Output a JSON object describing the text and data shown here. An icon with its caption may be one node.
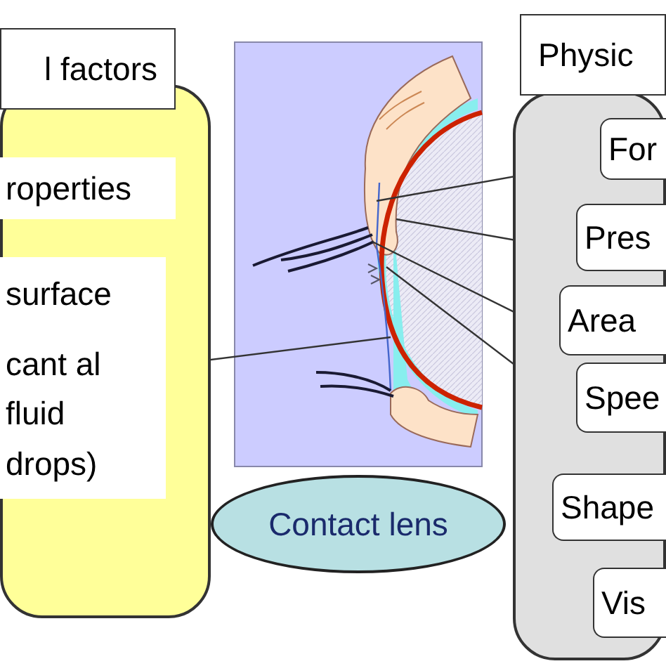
{
  "diagram": {
    "nodes": [
      {
        "text": [
          "l factors"
        ]
      },
      {
        "text": [
          "roperties"
        ],
        "in": 0
      },
      {
        "text": [
          "surface"
        ],
        "in": 0
      },
      {
        "text": [
          "cant al fluid drops)"
        ],
        "in": 0
      },
      {
        "text": [
          "Contact lens"
        ]
      },
      {
        "text": [
          "Physic"
        ]
      },
      {
        "text": [
          "For"
        ],
        "in": 5
      },
      {
        "text": [
          "Pres"
        ],
        "in": 5
      },
      {
        "text": [
          "Area"
        ],
        "in": 5
      },
      {
        "text": [
          "Spee"
        ],
        "in": 5
      },
      {
        "text": [
          "Shape"
        ],
        "in": 5
      },
      {
        "text": [
          "Vis"
        ],
        "in": 5
      }
    ],
    "edges": [
      {
        "from": 3,
        "to": null,
        "arrow": "none"
      },
      {
        "from": 6,
        "to": null,
        "arrow": "none"
      },
      {
        "from": 7,
        "to": null,
        "arrow": "none"
      },
      {
        "from": 8,
        "to": null,
        "arrow": "none"
      },
      {
        "from": 9,
        "to": null,
        "arrow": "none"
      }
    ]
  }
}
